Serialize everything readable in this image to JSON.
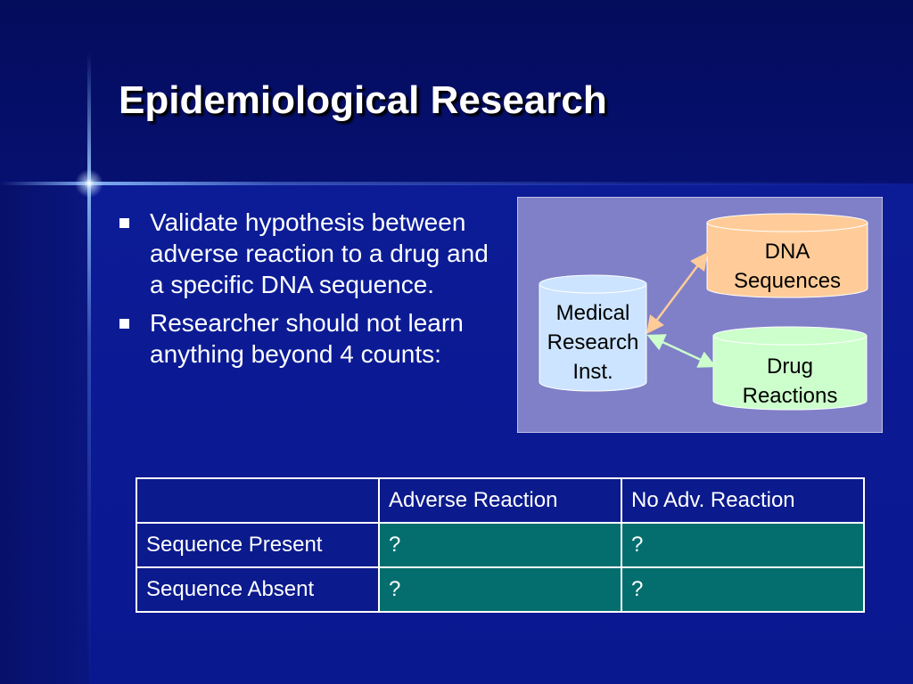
{
  "slide": {
    "title": "Epidemiological Research",
    "bullets": [
      "Validate hypothesis between adverse reaction to a drug and a specific DNA sequence.",
      "Researcher should not learn anything beyond 4 counts:"
    ]
  },
  "diagram": {
    "background_color": "#8080c8",
    "medical": {
      "lines": [
        "Medical",
        "Research",
        "Inst."
      ],
      "color": "#cce4ff"
    },
    "dna": {
      "lines": [
        "DNA",
        "Sequences"
      ],
      "color": "#ffcc99"
    },
    "drug": {
      "lines": [
        "Drug",
        "Reactions"
      ],
      "color": "#ccffcc"
    },
    "arrow_dna_color": "#ffcc99",
    "arrow_drug_color": "#ccffcc"
  },
  "table": {
    "header": [
      "",
      "Adverse Reaction",
      "No Adv. Reaction"
    ],
    "rows": [
      [
        "Sequence Present",
        "?",
        "?"
      ],
      [
        "Sequence Absent",
        "?",
        "?"
      ]
    ]
  }
}
